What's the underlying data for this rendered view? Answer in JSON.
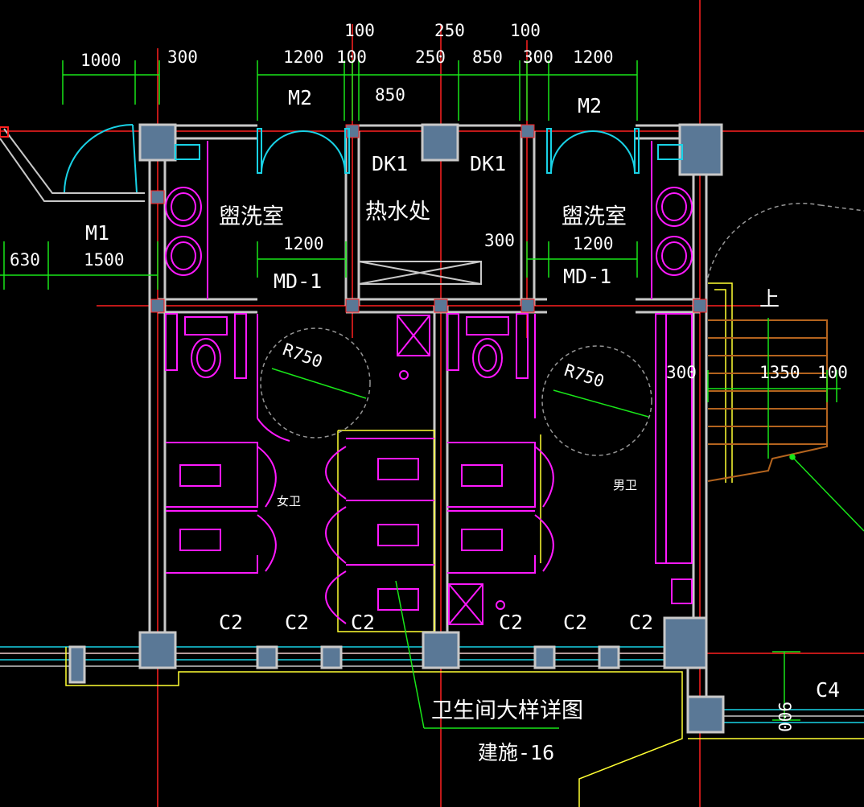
{
  "colors": {
    "background": "#000000",
    "axis": "#ff2020",
    "wall": "#c8c8c8",
    "column": "#5a7896",
    "dimension": "#19e619",
    "door": "#19d2e6",
    "fixture": "#ff19ff",
    "partition": "#ffff32",
    "stair": "#b4641e",
    "text": "#ffffff",
    "arc": "#969696"
  },
  "dimensions": {
    "top_row": [
      "1000",
      "300",
      "1200",
      "100",
      "250",
      "850",
      "300",
      "1200"
    ],
    "upper_row": [
      "100",
      "250",
      "100"
    ],
    "mid_850": "850",
    "m1_row": [
      "630",
      "1500"
    ],
    "md_left": "1200",
    "md_right": "1200",
    "hot_water_300": "300",
    "right_300": "300",
    "stair_row": [
      "1350",
      "100"
    ],
    "bottom_right": "900"
  },
  "labels": {
    "door_m2_left": "M2",
    "door_m2_right": "M2",
    "door_m1": "M1",
    "door_md1_left": "MD-1",
    "door_md1_right": "MD-1",
    "dk1_left": "DK1",
    "dk1_right": "DK1",
    "radius_left": "R750",
    "radius_right": "R750",
    "windows": [
      "C2",
      "C2",
      "C2",
      "C2",
      "C2",
      "C2"
    ],
    "window_c4": "C4",
    "stair_up": "上"
  },
  "rooms": {
    "wash_left": "盥洗室",
    "wash_right": "盥洗室",
    "hot_water": "热水处",
    "female": "女卫",
    "male": "男卫"
  },
  "callout": {
    "title": "卫生间大样详图",
    "ref": "建施-16"
  }
}
